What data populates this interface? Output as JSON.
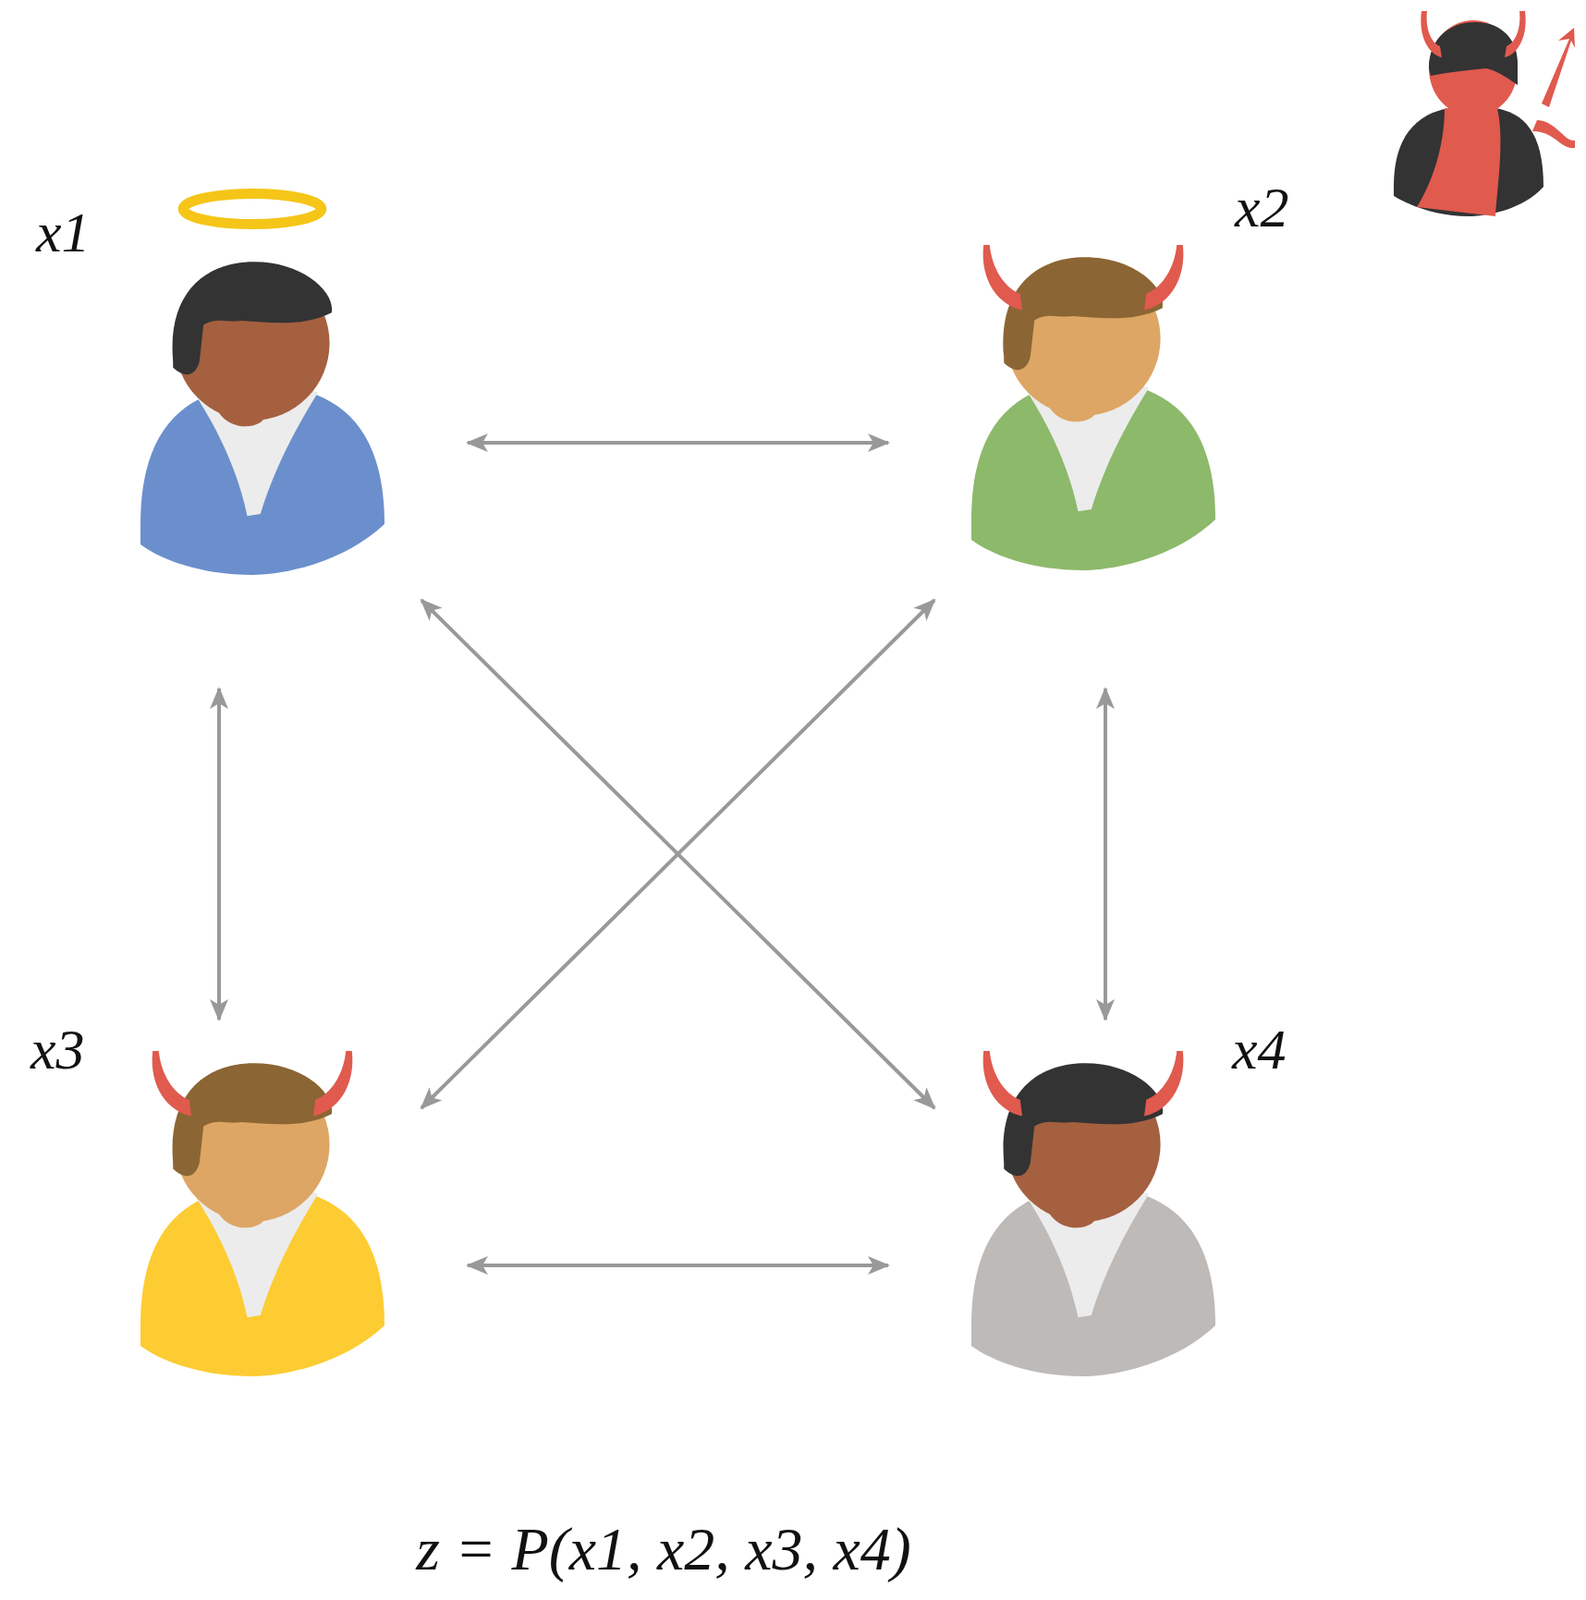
{
  "diagram": {
    "caption": "z = P(x1, x2, x3, x4)",
    "nodes": [
      {
        "text": [
          "x1"
        ]
      },
      {
        "text": [
          "x2"
        ]
      },
      {
        "text": [
          "x3"
        ]
      },
      {
        "text": [
          "x4"
        ]
      }
    ],
    "edges": [
      {
        "from": 0,
        "to": 1,
        "arrow": "both"
      },
      {
        "from": 0,
        "to": 2,
        "arrow": "both"
      },
      {
        "from": 0,
        "to": 3,
        "arrow": "both"
      },
      {
        "from": 1,
        "to": 2,
        "arrow": "both"
      },
      {
        "from": 1,
        "to": 3,
        "arrow": "both"
      },
      {
        "from": 2,
        "to": 3,
        "arrow": "both"
      }
    ]
  }
}
